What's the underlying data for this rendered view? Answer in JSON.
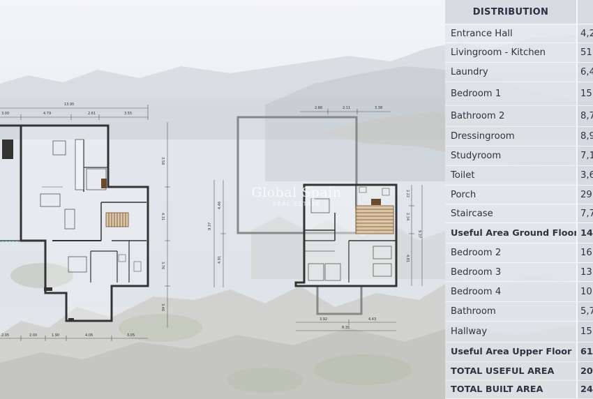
{
  "watermark": {
    "brand": "Global Spain",
    "sub": "REAL ESTATE"
  },
  "plans": {
    "ground_dims_top_total": "13.95",
    "ground_dims_top": [
      "3.00",
      "4.79",
      "2.61",
      "3.55"
    ],
    "ground_dims_bottom": [
      "2.95",
      "2.00",
      "1.90",
      "4.06",
      "3.05"
    ],
    "ground_dims_right": [
      "3.58",
      "4.31",
      "3.76",
      "3.46"
    ],
    "upper_dims_top": [
      "2.86",
      "2.11",
      "3.38"
    ],
    "upper_dims_bottom": [
      "3.92",
      "4.43"
    ],
    "upper_dims_bottom_total": "8.35",
    "upper_dims_left_total": "9.37",
    "upper_dims_left": [
      "4.46",
      "4.91"
    ],
    "upper_dims_right": [
      "2.22",
      "2.34",
      "4.81"
    ],
    "upper_dims_right_total": "9.37"
  },
  "table": {
    "header": "DISTRIBUTION",
    "rows": [
      {
        "label": "Entrance Hall",
        "value": "4,2",
        "bold": false
      },
      {
        "label": "Livingroom - Kitchen",
        "value": "51",
        "bold": false
      },
      {
        "label": "Laundry",
        "value": "6,4",
        "bold": false
      },
      {
        "label": "Bedroom 1",
        "value": "15",
        "bold": false
      },
      {
        "label": "Bathroom 2",
        "value": "8,7",
        "bold": false
      },
      {
        "label": "Dressingroom",
        "value": "8,9",
        "bold": false
      },
      {
        "label": "Studyroom",
        "value": "7,1",
        "bold": false
      },
      {
        "label": "Toilet",
        "value": "3,6",
        "bold": false
      },
      {
        "label": "Porch",
        "value": "29",
        "bold": false
      },
      {
        "label": "Staircase",
        "value": "7,7",
        "bold": false
      },
      {
        "label": "Useful Area Ground Floor",
        "value": "14",
        "bold": true
      },
      {
        "label": "Bedroom 2",
        "value": "16",
        "bold": false
      },
      {
        "label": "Bedroom 3",
        "value": "13",
        "bold": false
      },
      {
        "label": "Bedroom 4",
        "value": "10",
        "bold": false
      },
      {
        "label": "Bathroom",
        "value": "5,7",
        "bold": false
      },
      {
        "label": "Hallway",
        "value": "15",
        "bold": false
      },
      {
        "label": "Useful Area Upper Floor",
        "value": "61",
        "bold": true
      },
      {
        "label": "TOTAL USEFUL AREA",
        "value": "20",
        "bold": true
      },
      {
        "label": "TOTAL BUILT AREA",
        "value": "24",
        "bold": true
      }
    ]
  }
}
